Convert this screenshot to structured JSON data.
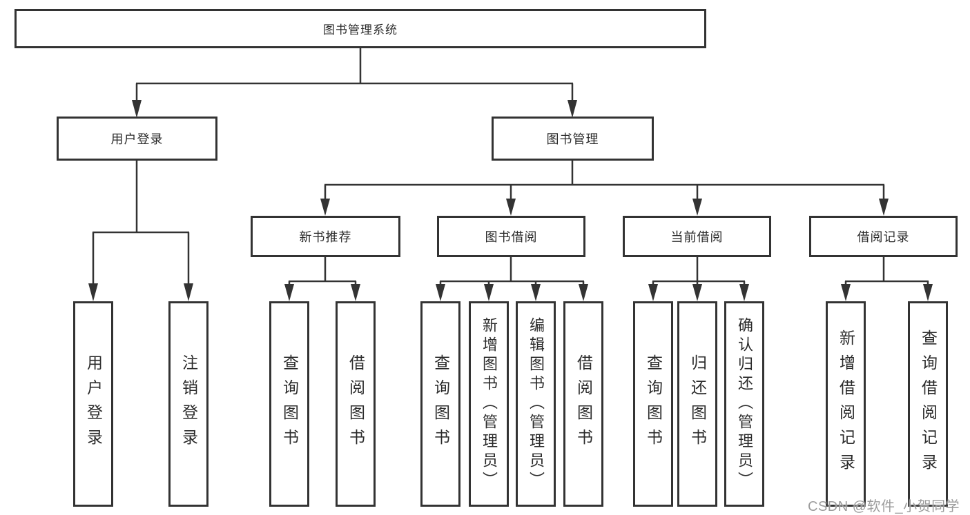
{
  "diagram": {
    "root": {
      "label": "图书管理系统"
    },
    "level2": [
      {
        "id": "user-login",
        "label": "用户登录",
        "children": [
          "用户登录",
          "注销登录"
        ]
      },
      {
        "id": "book-management",
        "label": "图书管理"
      }
    ],
    "level3": [
      {
        "id": "new-book-recommend",
        "label": "新书推荐",
        "children": [
          "查询图书",
          "借阅图书"
        ]
      },
      {
        "id": "book-borrow",
        "label": "图书借阅",
        "children": [
          "查询图书",
          "新增图书（管理员）",
          "编辑图书（管理员）",
          "借阅图书"
        ]
      },
      {
        "id": "current-borrow",
        "label": "当前借阅",
        "children": [
          "查询图书",
          "归还图书",
          "确认归还（管理员）"
        ]
      },
      {
        "id": "borrow-records",
        "label": "借阅记录",
        "children": [
          "新增借阅记录",
          "查询借阅记录"
        ]
      }
    ]
  },
  "watermark": "CSDN @软件_小贺同学",
  "colors": {
    "line": "#333333",
    "box_border": "#333333",
    "text": "#2b2b2b",
    "watermark": "#9c9c9c",
    "background": "#ffffff"
  }
}
